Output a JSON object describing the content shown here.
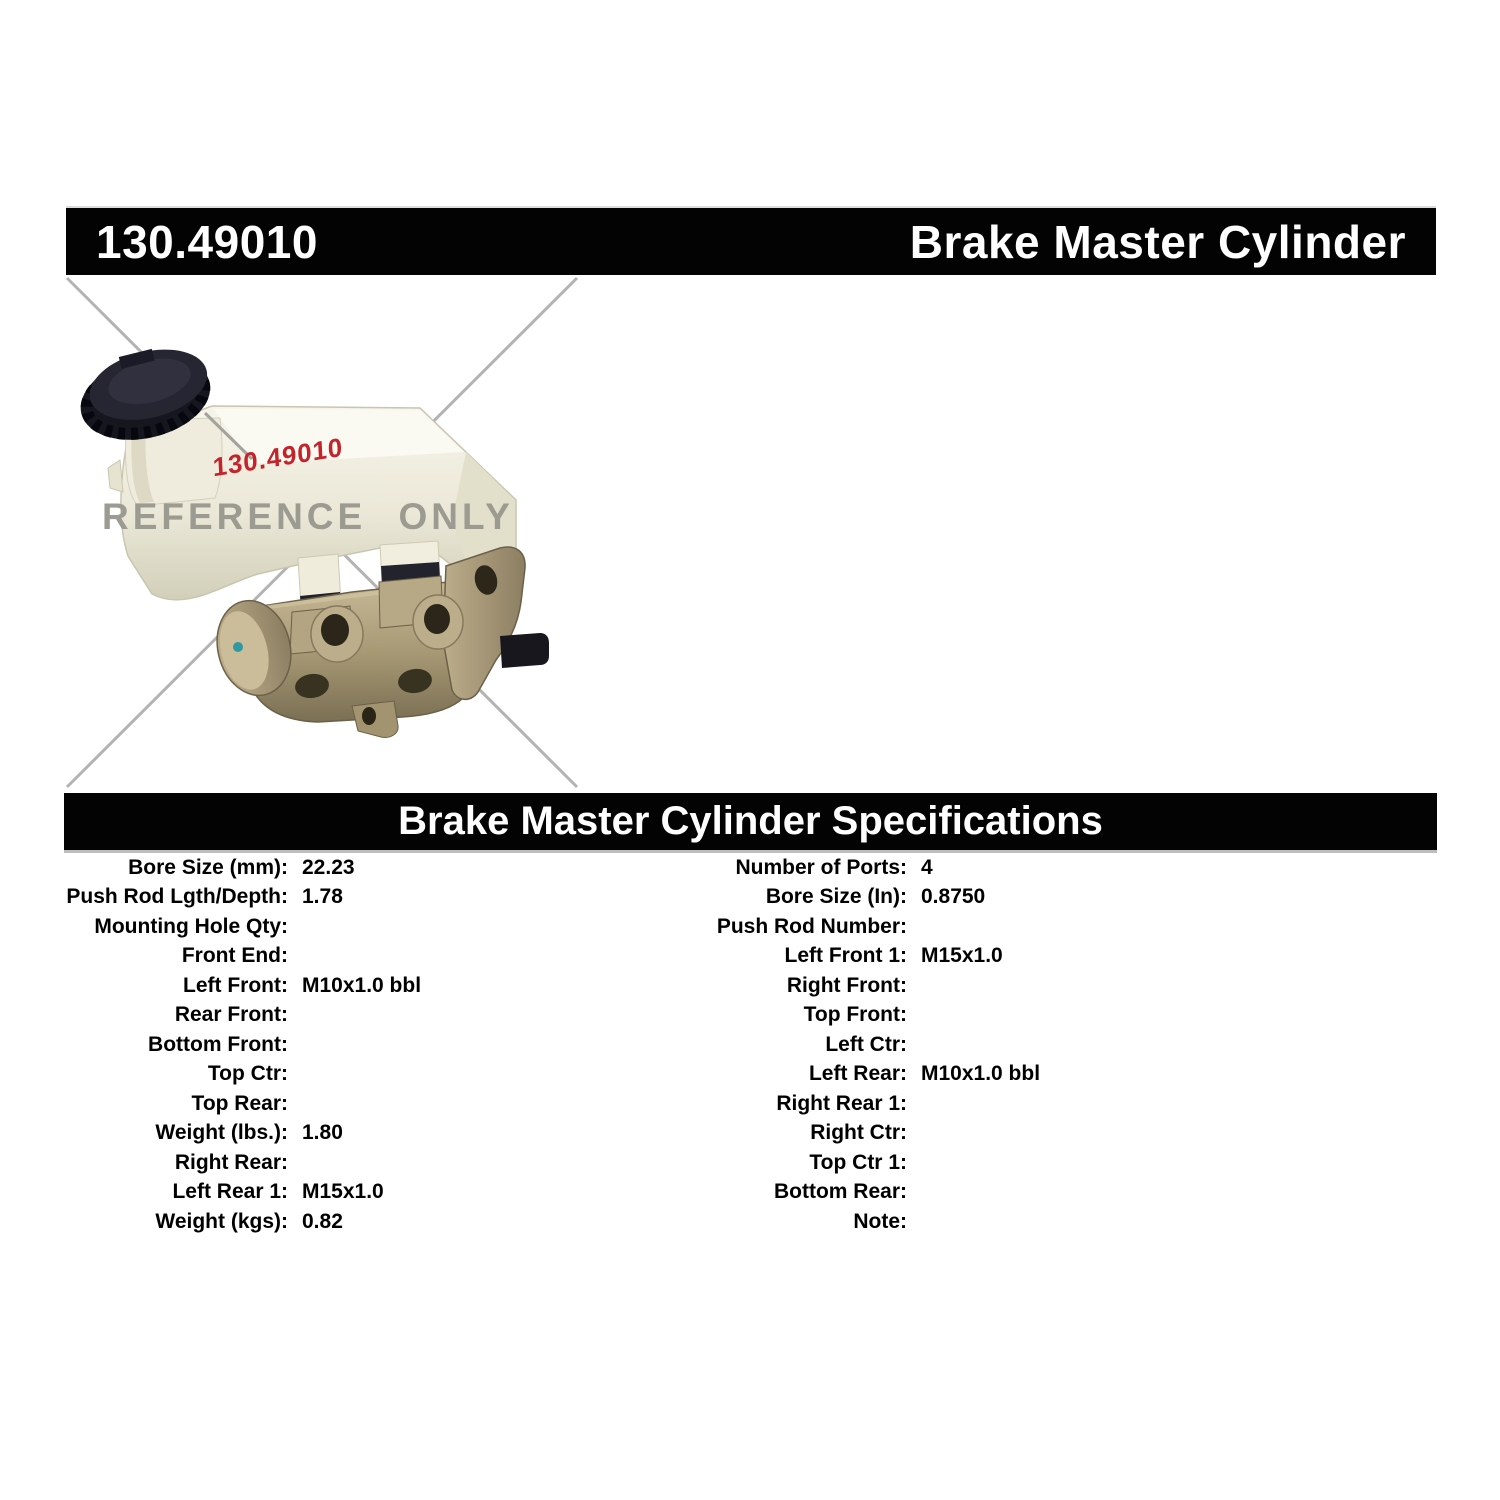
{
  "header": {
    "part_number": "130.49010",
    "product_title": "Brake Master Cylinder"
  },
  "photo": {
    "watermark": "REFERENCE ONLY",
    "handwritten_part_number": "130.49010"
  },
  "spec_section": {
    "title": "Brake Master Cylinder Specifications",
    "columns": {
      "left": [
        {
          "label": "Bore Size (mm):",
          "value": "22.23"
        },
        {
          "label": "Push Rod Lgth/Depth:",
          "value": "1.78"
        },
        {
          "label": "Mounting Hole Qty:",
          "value": ""
        },
        {
          "label": "Front End:",
          "value": ""
        },
        {
          "label": "Left Front:",
          "value": "M10x1.0 bbl"
        },
        {
          "label": "Rear Front:",
          "value": ""
        },
        {
          "label": "Bottom Front:",
          "value": ""
        },
        {
          "label": "Top Ctr:",
          "value": ""
        },
        {
          "label": "Top Rear:",
          "value": ""
        },
        {
          "label": "Weight (lbs.):",
          "value": "1.80"
        },
        {
          "label": "Right Rear:",
          "value": ""
        },
        {
          "label": "Left Rear 1:",
          "value": "M15x1.0"
        },
        {
          "label": "Weight (kgs):",
          "value": "0.82"
        }
      ],
      "right": [
        {
          "label": "Number of Ports:",
          "value": "4"
        },
        {
          "label": "Bore Size (In):",
          "value": "0.8750"
        },
        {
          "label": "Push Rod Number:",
          "value": ""
        },
        {
          "label": "Left Front 1:",
          "value": "M15x1.0"
        },
        {
          "label": "Right Front:",
          "value": ""
        },
        {
          "label": "Top Front:",
          "value": ""
        },
        {
          "label": "Left Ctr:",
          "value": ""
        },
        {
          "label": "Left Rear:",
          "value": "M10x1.0 bbl"
        },
        {
          "label": "Right Rear 1:",
          "value": ""
        },
        {
          "label": "Right Ctr:",
          "value": ""
        },
        {
          "label": "Top Ctr 1:",
          "value": ""
        },
        {
          "label": "Bottom Rear:",
          "value": ""
        },
        {
          "label": "Note:",
          "value": ""
        }
      ]
    }
  },
  "colors": {
    "bar_background": "#030303",
    "bar_text": "#ffffff",
    "watermark_gray": "#9b9b91",
    "handwriting_red": "#c4232a",
    "diagonal_line_gray": "#b3b3b3"
  }
}
